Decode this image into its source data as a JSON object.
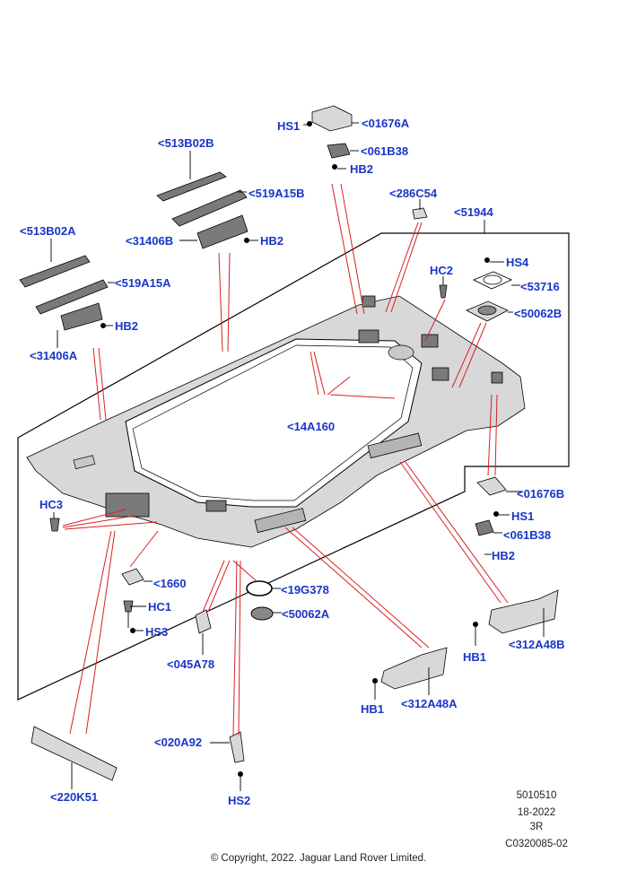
{
  "callouts": {
    "hs1_top": "HS1",
    "p01676a": "<01676A",
    "p061b38_top": "<061B38",
    "hb2_top": "HB2",
    "p513b02b": "<513B02B",
    "p519a15b": "<519A15B",
    "p31406b": "<31406B",
    "hb2_mid": "HB2",
    "p286c54": "<286C54",
    "p51944": "<51944",
    "p513b02a": "<513B02A",
    "hc2": "HC2",
    "hs4": "HS4",
    "p53716": "<53716",
    "p519a15a": "<519A15A",
    "p50062b": "<50062B",
    "hb2_left": "HB2",
    "p31406a": "<31406A",
    "p14a160": "<14A160",
    "hc3": "HC3",
    "p01676b": "<01676B",
    "hs1_right": "HS1",
    "p061b38_right": "<061B38",
    "hb2_right": "HB2",
    "p1660": "<1660",
    "p19g378": "<19G378",
    "hc1": "HC1",
    "p50062a": "<50062A",
    "hs3": "HS3",
    "hb1_right": "HB1",
    "p312a48b": "<312A48B",
    "p045a78": "<045A78",
    "hb1_bottom": "HB1",
    "p312a48a": "<312A48A",
    "p020a92": "<020A92",
    "p220k51": "<220K51",
    "hs2": "HS2"
  },
  "meta": {
    "code": "5010510",
    "date": "18-2022",
    "rev": "3R",
    "ref": "C0320085-02",
    "copyright": "© Copyright, 2022. Jaguar Land Rover Limited."
  },
  "colors": {
    "callout": "#1a35c8",
    "leader_red": "#d92020",
    "line": "#000000"
  }
}
